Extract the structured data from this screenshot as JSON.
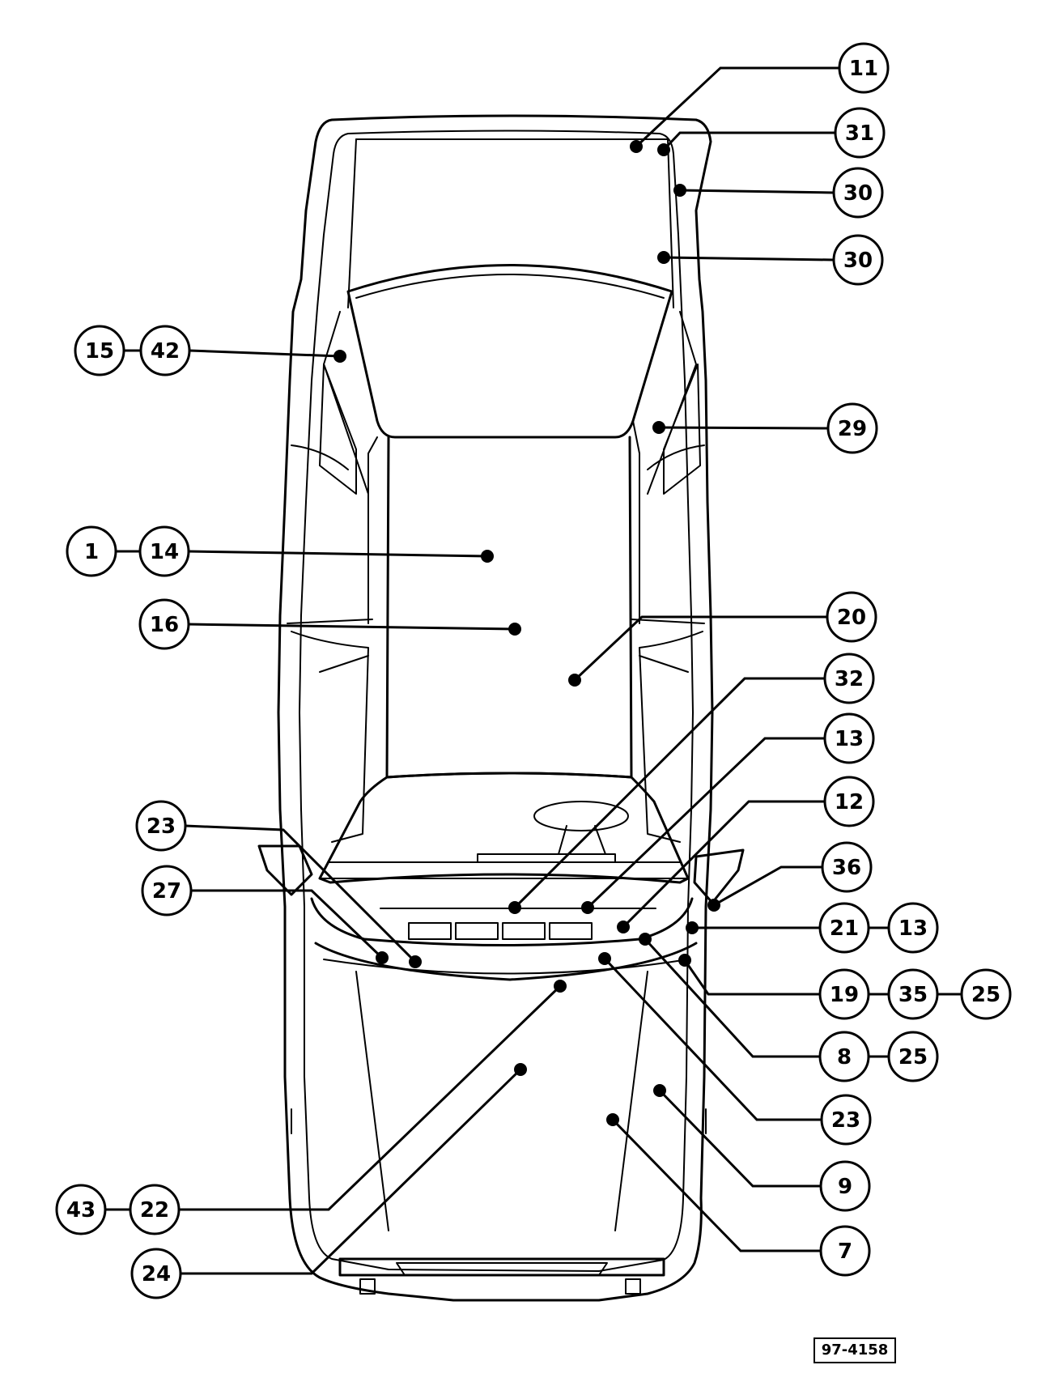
{
  "reference_code": "97-4158",
  "callouts": [
    {
      "id": "c11",
      "labels": [
        "11"
      ]
    },
    {
      "id": "c31",
      "labels": [
        "31"
      ]
    },
    {
      "id": "c30a",
      "labels": [
        "30"
      ]
    },
    {
      "id": "c30b",
      "labels": [
        "30"
      ]
    },
    {
      "id": "c15-42",
      "labels": [
        "15",
        "42"
      ]
    },
    {
      "id": "c29",
      "labels": [
        "29"
      ]
    },
    {
      "id": "c1-14",
      "labels": [
        "1",
        "14"
      ]
    },
    {
      "id": "c16",
      "labels": [
        "16"
      ]
    },
    {
      "id": "c20",
      "labels": [
        "20"
      ]
    },
    {
      "id": "c32",
      "labels": [
        "32"
      ]
    },
    {
      "id": "c13a",
      "labels": [
        "13"
      ]
    },
    {
      "id": "c12",
      "labels": [
        "12"
      ]
    },
    {
      "id": "c23a",
      "labels": [
        "23"
      ]
    },
    {
      "id": "c36",
      "labels": [
        "36"
      ]
    },
    {
      "id": "c27",
      "labels": [
        "27"
      ]
    },
    {
      "id": "c21-13",
      "labels": [
        "21",
        "13"
      ]
    },
    {
      "id": "c19-35-25",
      "labels": [
        "19",
        "35",
        "25"
      ]
    },
    {
      "id": "c8-25",
      "labels": [
        "8",
        "25"
      ]
    },
    {
      "id": "c23b",
      "labels": [
        "23"
      ]
    },
    {
      "id": "c9",
      "labels": [
        "9"
      ]
    },
    {
      "id": "c43-22",
      "labels": [
        "43",
        "22"
      ]
    },
    {
      "id": "c7",
      "labels": [
        "7"
      ]
    },
    {
      "id": "c24",
      "labels": [
        "24"
      ]
    }
  ]
}
